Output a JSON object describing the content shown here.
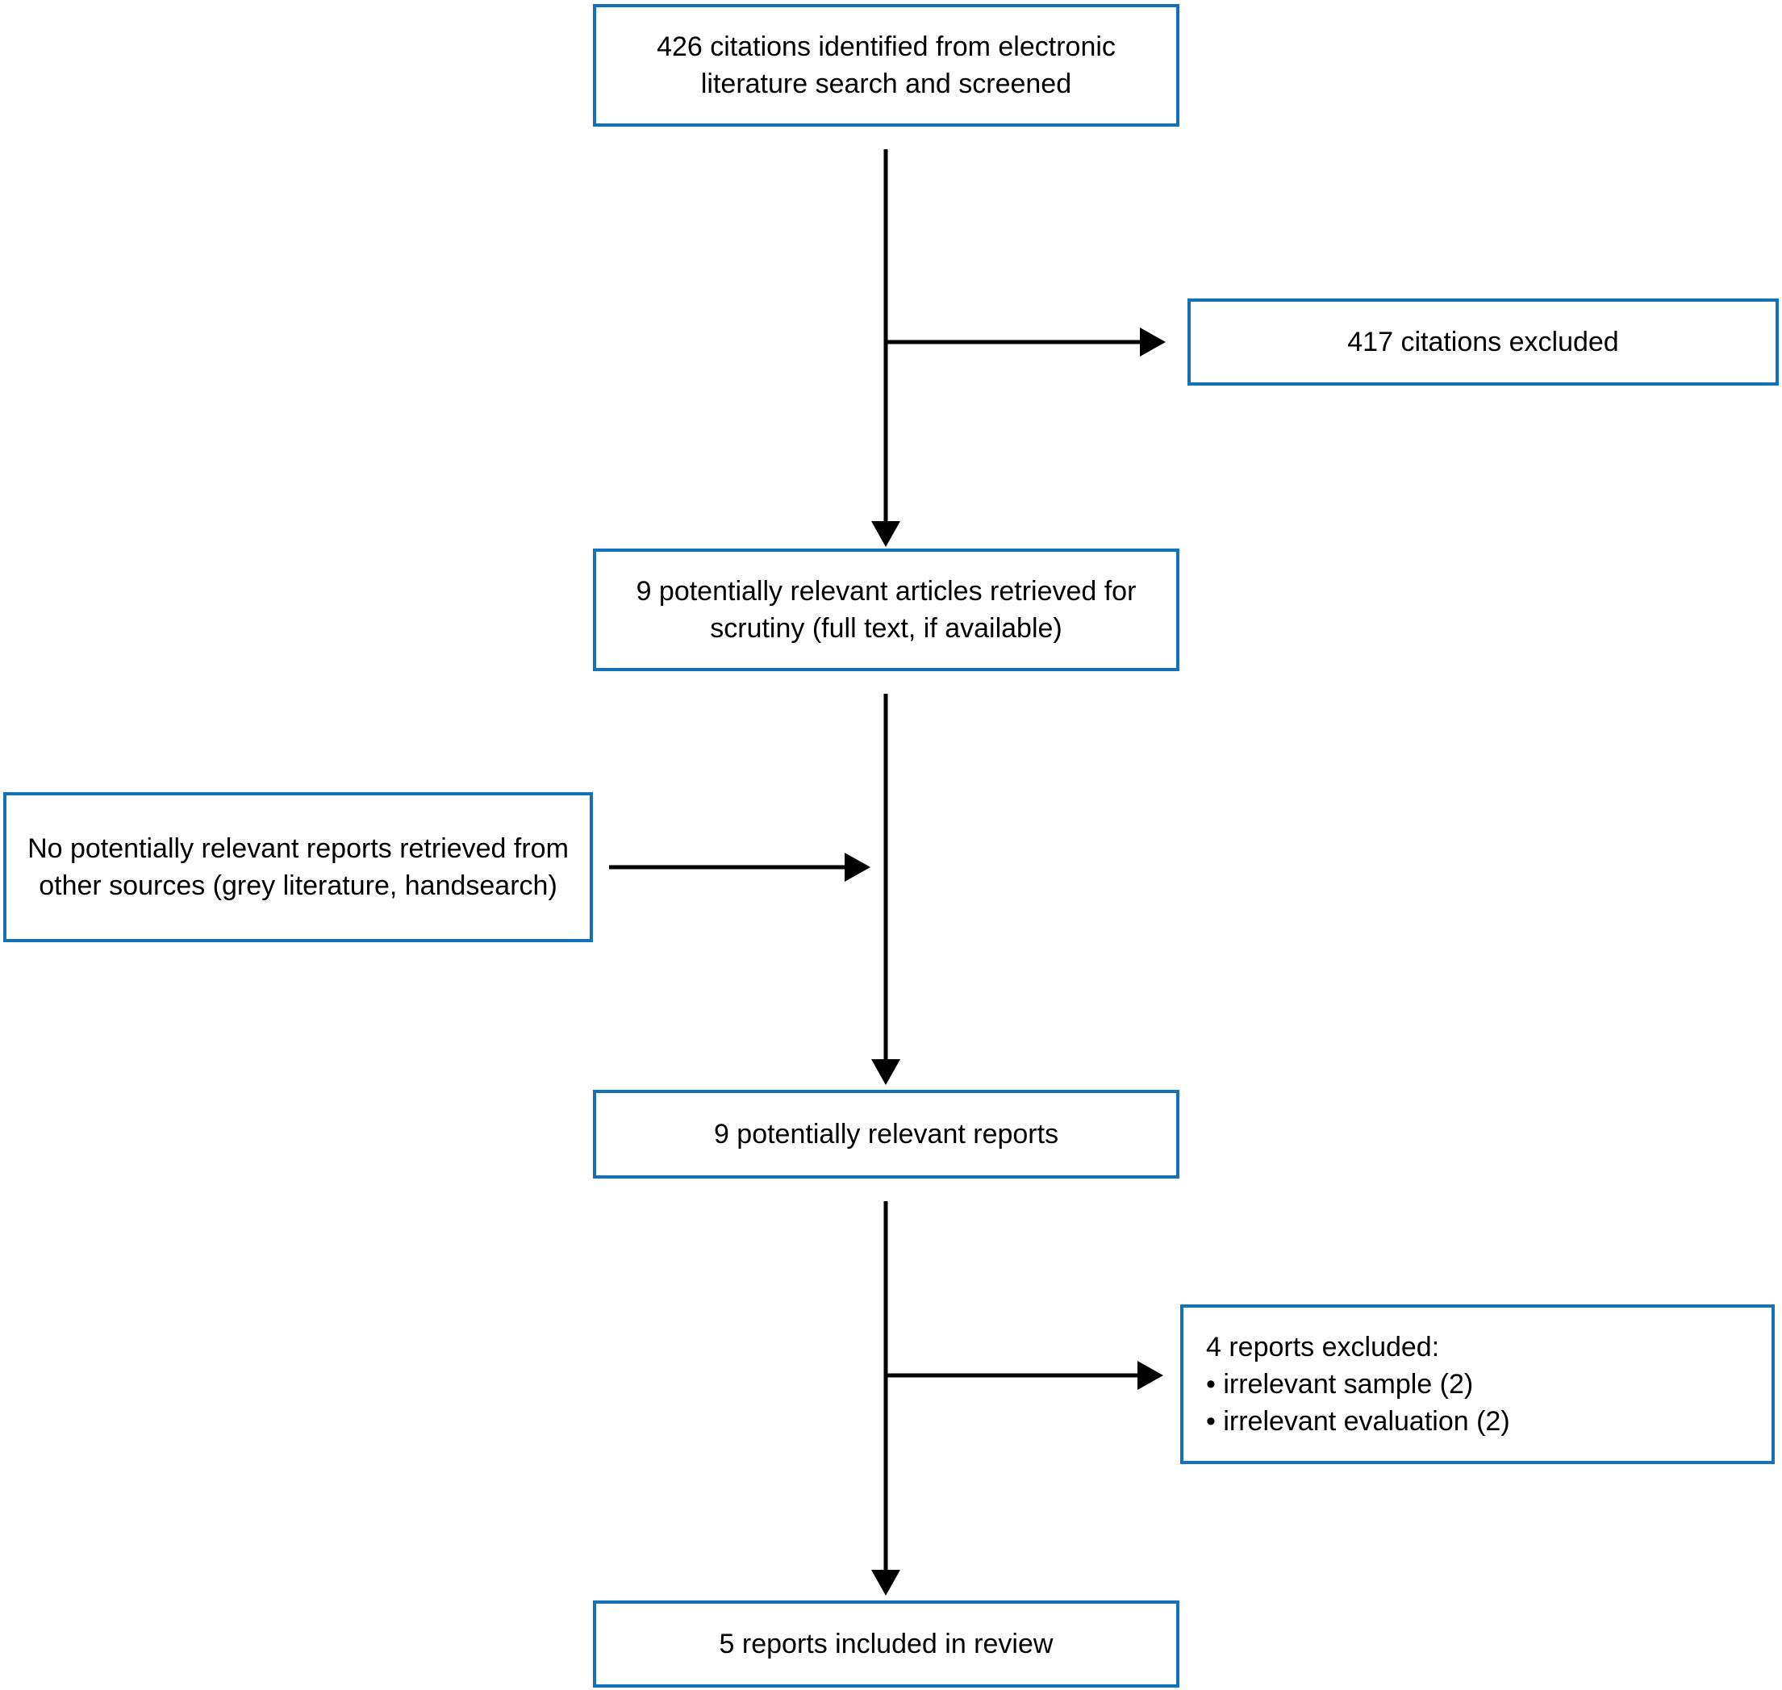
{
  "diagram": {
    "accent_color": "#1271b8",
    "line_color": "#000000",
    "background_color": "#ffffff",
    "boxes": {
      "screened": {
        "text": "426 citations identified from electronic literature search and screened"
      },
      "excluded_citations": {
        "text": "417 citations excluded"
      },
      "retrieved": {
        "text": "9 potentially relevant articles retrieved for scrutiny (full text, if available)"
      },
      "other_sources": {
        "text": "No potentially relevant reports retrieved from other sources (grey literature, handsearch)"
      },
      "relevant_reports": {
        "text": "9 potentially relevant reports"
      },
      "excluded_reports": {
        "lines": [
          "4 reports excluded:",
          "• irrelevant sample (2)",
          "• irrelevant evaluation (2)"
        ]
      },
      "included": {
        "text": "5 reports included in review"
      }
    }
  }
}
